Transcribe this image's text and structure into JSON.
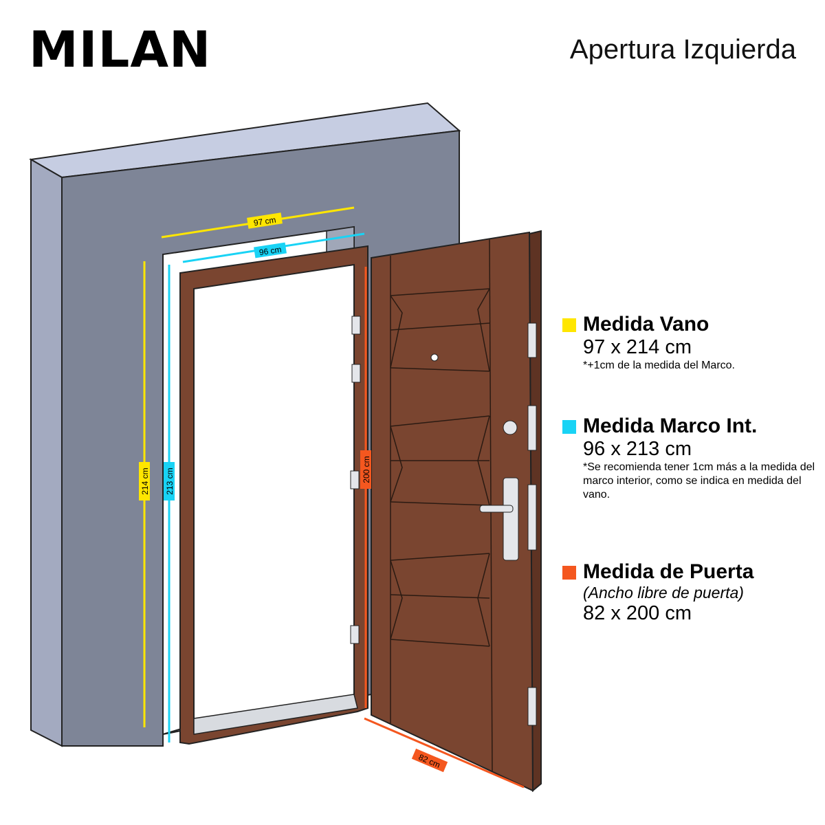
{
  "title": "MILAN",
  "subtitle": "Apertura Izquierda",
  "dimensions": {
    "vano_width": "97 cm",
    "marco_width": "96 cm",
    "vano_height": "214 cm",
    "marco_height": "213 cm",
    "door_height": "200 cm",
    "door_width": "82 cm"
  },
  "legend": [
    {
      "title": "Medida Vano",
      "value": "97 x 214 cm",
      "note": "*+1cm de la medida del Marco.",
      "color": "#ffe600"
    },
    {
      "title": "Medida Marco Int.",
      "value": "96 x 213 cm",
      "note": "*Se recomienda tener 1cm más a la medida del marco interior, como se indica en medida del vano.",
      "color": "#19d3f5"
    },
    {
      "title": "Medida de Puerta",
      "subtitle": "(Ancho libre de puerta)",
      "value": "82 x 200 cm",
      "color": "#f4571f"
    }
  ]
}
